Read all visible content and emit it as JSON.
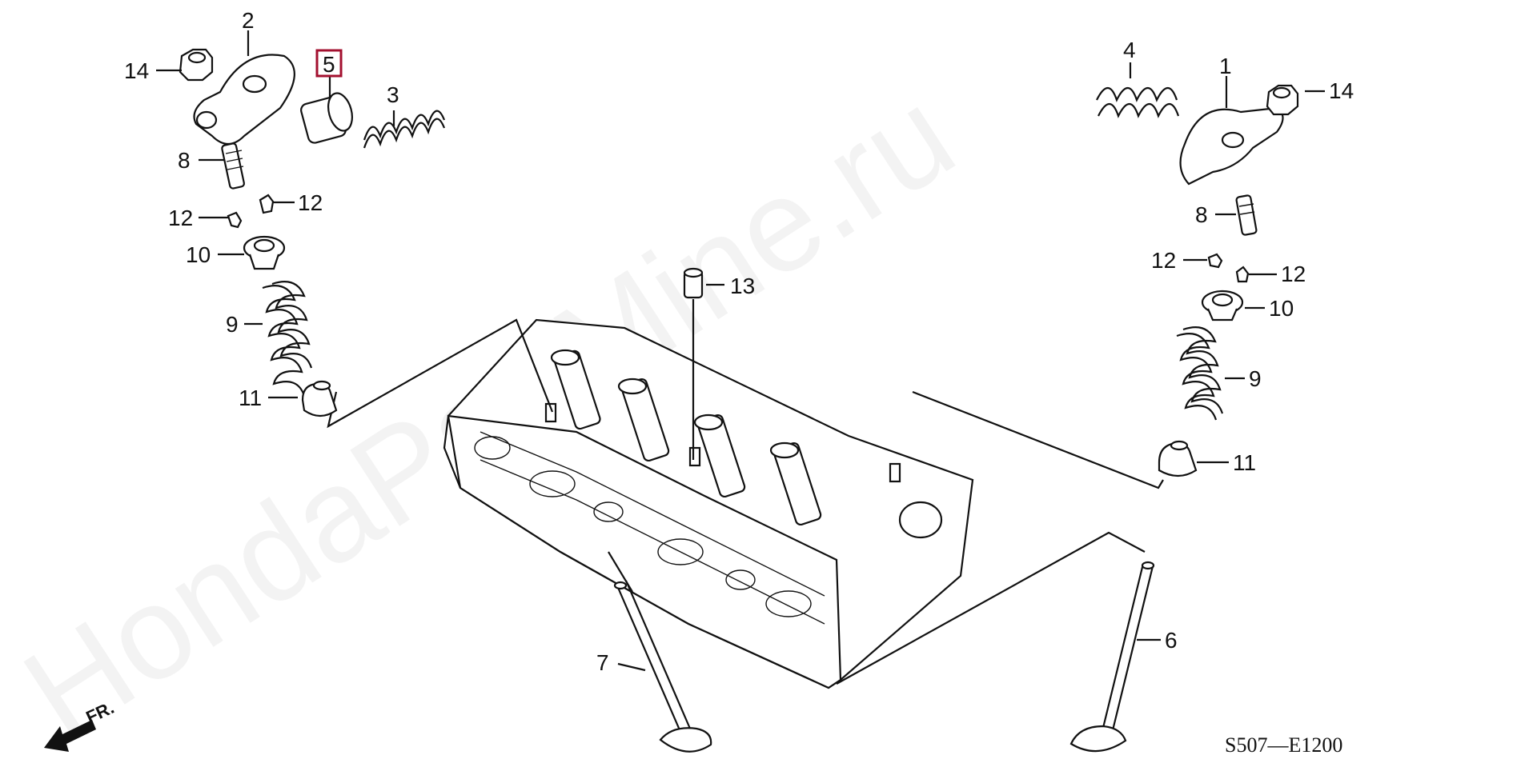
{
  "watermark": "HondaPartMine.ru",
  "diagram_code": "S507—E1200",
  "front_label": "FR.",
  "highlight_color": "#a3102f",
  "callouts": {
    "c1": "1",
    "c2": "2",
    "c3": "3",
    "c4": "4",
    "c5": "5",
    "c6": "6",
    "c7": "7",
    "c8a": "8",
    "c8b": "8",
    "c9a": "9",
    "c9b": "9",
    "c10a": "10",
    "c10b": "10",
    "c11a": "11",
    "c11b": "11",
    "c12a": "12",
    "c12b": "12",
    "c12c": "12",
    "c12d": "12",
    "c13": "13",
    "c14a": "14",
    "c14b": "14"
  },
  "highlighted_part": "5"
}
